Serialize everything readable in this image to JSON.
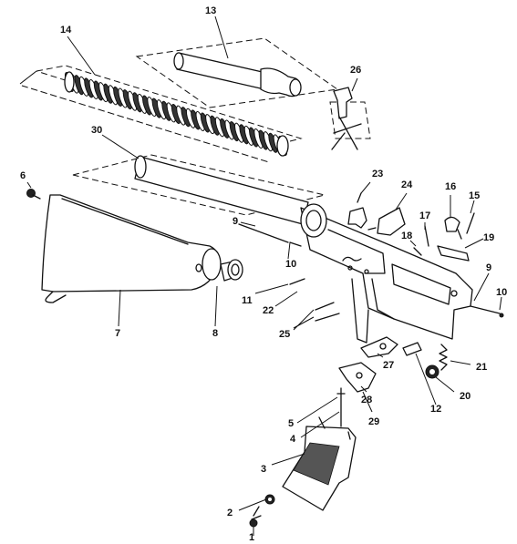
{
  "figure": {
    "type": "exploded-parts-diagram",
    "callouts": [
      {
        "id": "c1",
        "label": "1"
      },
      {
        "id": "c2",
        "label": "2"
      },
      {
        "id": "c3",
        "label": "3"
      },
      {
        "id": "c4",
        "label": "4"
      },
      {
        "id": "c5",
        "label": "5"
      },
      {
        "id": "c6",
        "label": "6"
      },
      {
        "id": "c7",
        "label": "7"
      },
      {
        "id": "c8",
        "label": "8"
      },
      {
        "id": "c9a",
        "label": "9"
      },
      {
        "id": "c9b",
        "label": "9"
      },
      {
        "id": "c10a",
        "label": "10"
      },
      {
        "id": "c10b",
        "label": "10"
      },
      {
        "id": "c11",
        "label": "11"
      },
      {
        "id": "c12",
        "label": "12"
      },
      {
        "id": "c13",
        "label": "13"
      },
      {
        "id": "c14",
        "label": "14"
      },
      {
        "id": "c15",
        "label": "15"
      },
      {
        "id": "c16",
        "label": "16"
      },
      {
        "id": "c17",
        "label": "17"
      },
      {
        "id": "c18",
        "label": "18"
      },
      {
        "id": "c19",
        "label": "19"
      },
      {
        "id": "c20",
        "label": "20"
      },
      {
        "id": "c21",
        "label": "21"
      },
      {
        "id": "c22",
        "label": "22"
      },
      {
        "id": "c23",
        "label": "23"
      },
      {
        "id": "c24",
        "label": "24"
      },
      {
        "id": "c25",
        "label": "25"
      },
      {
        "id": "c26",
        "label": "26"
      },
      {
        "id": "c27",
        "label": "27"
      },
      {
        "id": "c28",
        "label": "28"
      },
      {
        "id": "c29",
        "label": "29"
      },
      {
        "id": "c30",
        "label": "30"
      }
    ]
  }
}
